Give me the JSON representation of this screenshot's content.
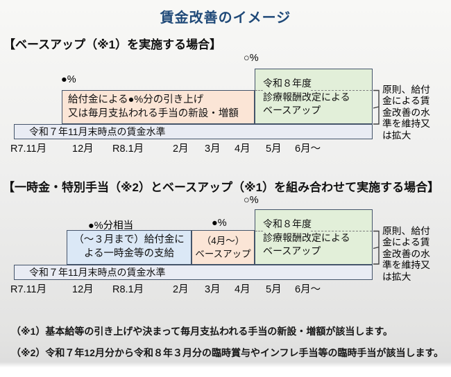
{
  "title": "賃金改善のイメージ",
  "colors": {
    "title_navy": "#1f4978",
    "box_border": "#44546a",
    "orange_fill": "#fbe5d6",
    "green_fill": "#e2efd9",
    "blue_fill": "#dbe8f6",
    "wage_fill": "#e9ecf4",
    "dash_gray": "#7f7f7f"
  },
  "section1": {
    "heading": "【ベースアップ（※1）を実施する場合】",
    "diagram": {
      "dot_pct_label": "●%",
      "circle_pct_label": "○%",
      "raise_box": "給付金による●%分の引き上げ\n又は毎月支払われる手当の新設・増額",
      "revision_box": "令和８年度\n診療報酬改定による\nベースアップ",
      "wage_box": "令和７年11月末時点の賃金水準",
      "side_note": "原則、給付\n金による賃\n金改善の水\n準を維持又\nは拡大",
      "axis": [
        "R7.11月",
        "12月",
        "R8.1月",
        "2月",
        "3月",
        "4月",
        "5月",
        "6月～"
      ]
    }
  },
  "section2": {
    "heading": "【一時金・特別手当（※2）とベースアップ（※1）を組み合わせて実施する場合】",
    "diagram": {
      "lump_pct_label": "●%分相当",
      "base_pct_label": "●%",
      "circle_pct_label": "○%",
      "lump_box": "（～３月まで）給付金に\nよる一時金等の支給",
      "base_box": "（4月～）\nベースアップ",
      "revision_box": "令和８年度\n診療報酬改定による\nベースアップ",
      "wage_box": "令和７年11月末時点の賃金水準",
      "side_note": "原則、給付\n金による賃\n金改善の水\n準を維持又\nは拡大",
      "axis": [
        "R7.11月",
        "12月",
        "R8.1月",
        "2月",
        "3月",
        "4月",
        "5月",
        "6月～"
      ]
    }
  },
  "footnotes": [
    "（※1）基本給等の引き上げや決まって毎月支払われる手当の新設・増額が該当します。",
    "（※2）令和７年12月分から令和８年３月分の臨時賞与やインフレ手当等の臨時手当が該当します。"
  ]
}
